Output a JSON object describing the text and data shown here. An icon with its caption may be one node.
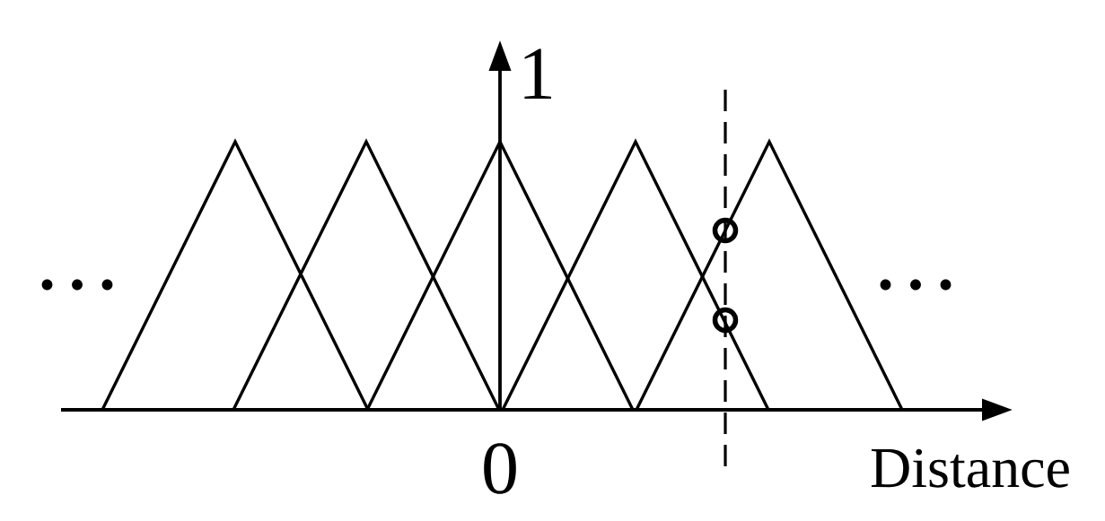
{
  "diagram": {
    "labels": [
      "1",
      "…",
      "…",
      "0",
      "Distance"
    ]
  }
}
